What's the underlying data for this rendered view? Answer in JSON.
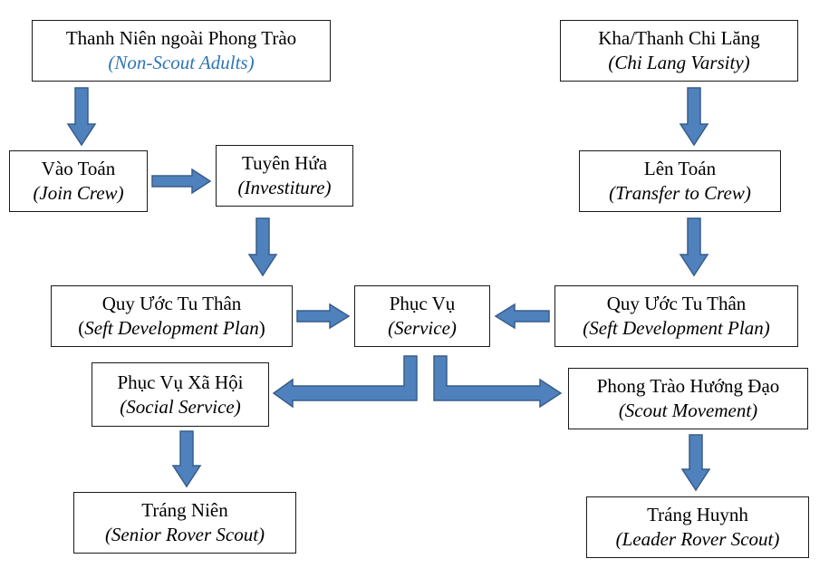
{
  "nodes": {
    "non_scout": {
      "title": "Thanh Niên ngoài Phong Trào",
      "subtitle": "(Non-Scout Adults)"
    },
    "varsity": {
      "title": "Kha/Thanh Chi Lăng",
      "subtitle": "(Chi Lang Varsity)"
    },
    "join_crew": {
      "title": "Vào Toán",
      "subtitle": "(Join Crew)"
    },
    "investiture": {
      "title": "Tuyên Hứa",
      "subtitle": "(Investiture)"
    },
    "transfer": {
      "title": "Lên Toán",
      "subtitle": "(Transfer to Crew)"
    },
    "plan_left": {
      "title": "Quy Ước Tu Thân",
      "subtitle_open": "(",
      "subtitle_main": "Seft Development Plan",
      "subtitle_close": ")"
    },
    "service": {
      "title": "Phục Vụ",
      "subtitle": "(Service)"
    },
    "plan_right": {
      "title": "Quy Ước Tu Thân",
      "subtitle": "(Seft Development Plan)"
    },
    "social": {
      "title": "Phục Vụ Xã Hội",
      "subtitle": "(Social Service)"
    },
    "movement": {
      "title": "Phong Trào Hướng Đạo",
      "subtitle": "(Scout Movement)"
    },
    "senior": {
      "title": "Tráng Niên",
      "subtitle": "(Senior Rover Scout)"
    },
    "leader": {
      "title": "Tráng Huynh",
      "subtitle": "(Leader Rover Scout)"
    }
  },
  "colors": {
    "arrow_fill": "#4f81bd",
    "arrow_stroke": "#385d8a",
    "accent_text": "#2e75b6",
    "border": "#1a1a1a"
  }
}
